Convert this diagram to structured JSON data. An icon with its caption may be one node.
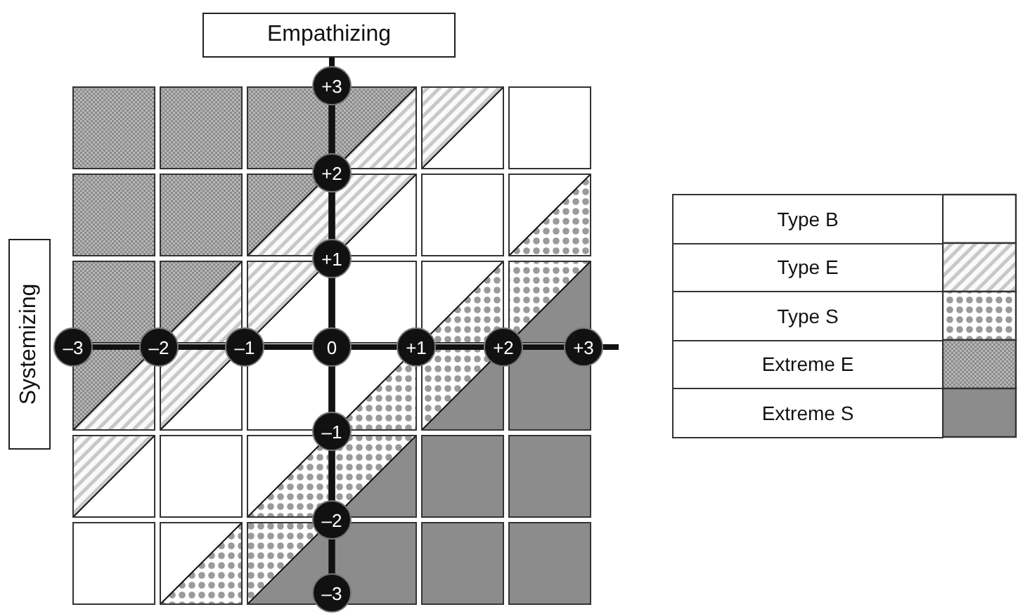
{
  "diagram": {
    "nodes": [
      {
        "text": [
          "Empathizing"
        ]
      },
      {
        "text": [
          "Systemizing"
        ]
      },
      {
        "text": [
          "+3"
        ]
      },
      {
        "text": [
          "+2"
        ]
      },
      {
        "text": [
          "+1"
        ]
      },
      {
        "text": [
          "–3"
        ]
      },
      {
        "text": [
          "–2"
        ]
      },
      {
        "text": [
          "–1"
        ]
      },
      {
        "text": [
          "0"
        ]
      },
      {
        "text": [
          "+1"
        ]
      },
      {
        "text": [
          "+2"
        ]
      },
      {
        "text": [
          "+3"
        ]
      },
      {
        "text": [
          "–1"
        ]
      },
      {
        "text": [
          "–2"
        ]
      },
      {
        "text": [
          "–3"
        ]
      }
    ],
    "legend": [
      {
        "text": "Type B",
        "color": "#ffffff"
      },
      {
        "text": "Type E"
      },
      {
        "text": "Type S"
      },
      {
        "text": "Extreme E"
      },
      {
        "text": "Extreme S",
        "color": "#8c8c8c"
      }
    ]
  }
}
